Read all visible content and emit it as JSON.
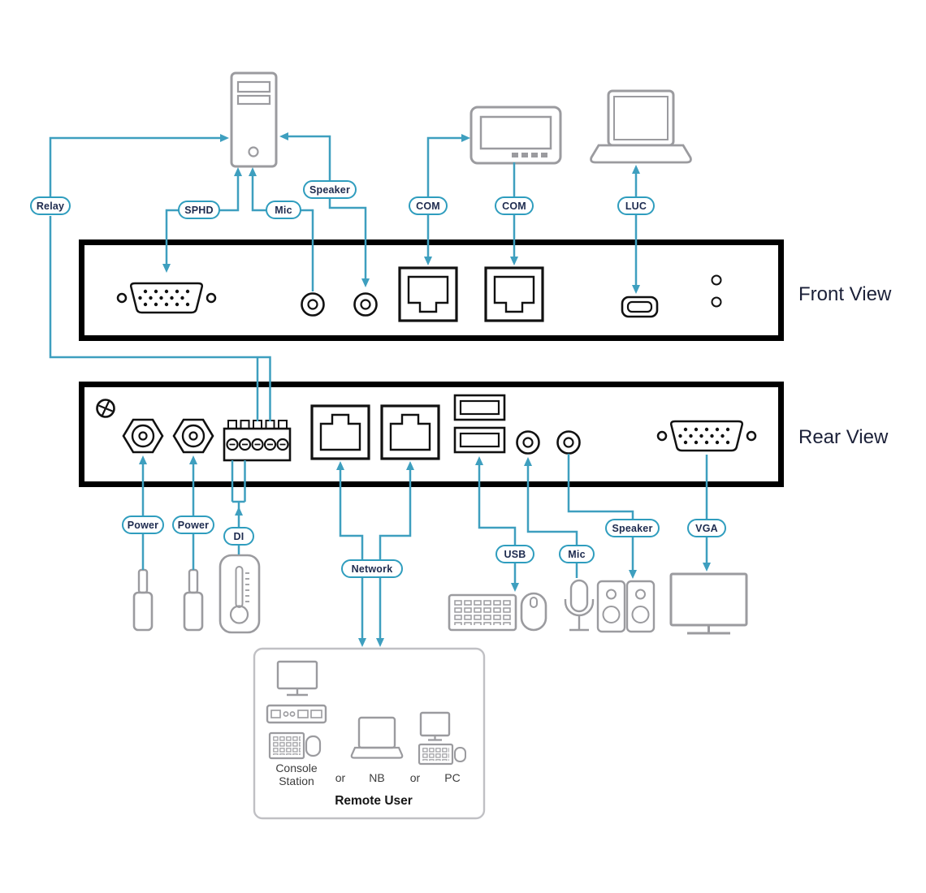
{
  "colors": {
    "connection_line": "#3E9FBF",
    "label_pill_border": "#2F9DBE",
    "label_pill_text": "#1E2B4F",
    "panel_outline": "#000000",
    "device_outline": "#9B9B9F",
    "view_title_text": "#1B2038"
  },
  "views": {
    "front": {
      "title": "Front View"
    },
    "rear": {
      "title": "Rear View"
    }
  },
  "port_labels": {
    "relay": "Relay",
    "sphd": "SPHD",
    "mic_front": "Mic",
    "speaker_front": "Speaker",
    "com_1": "COM",
    "com_2": "COM",
    "luc": "LUC",
    "power_1": "Power",
    "power_2": "Power",
    "di": "DI",
    "network": "Network",
    "usb": "USB",
    "mic_rear": "Mic",
    "speaker_rear": "Speaker",
    "vga": "VGA"
  },
  "remote_user_box": {
    "console_station_line_1": "Console",
    "console_station_line_2": "Station",
    "separator_1": "or",
    "device_nb": "NB",
    "separator_2": "or",
    "device_pc": "PC",
    "caption": "Remote User"
  }
}
